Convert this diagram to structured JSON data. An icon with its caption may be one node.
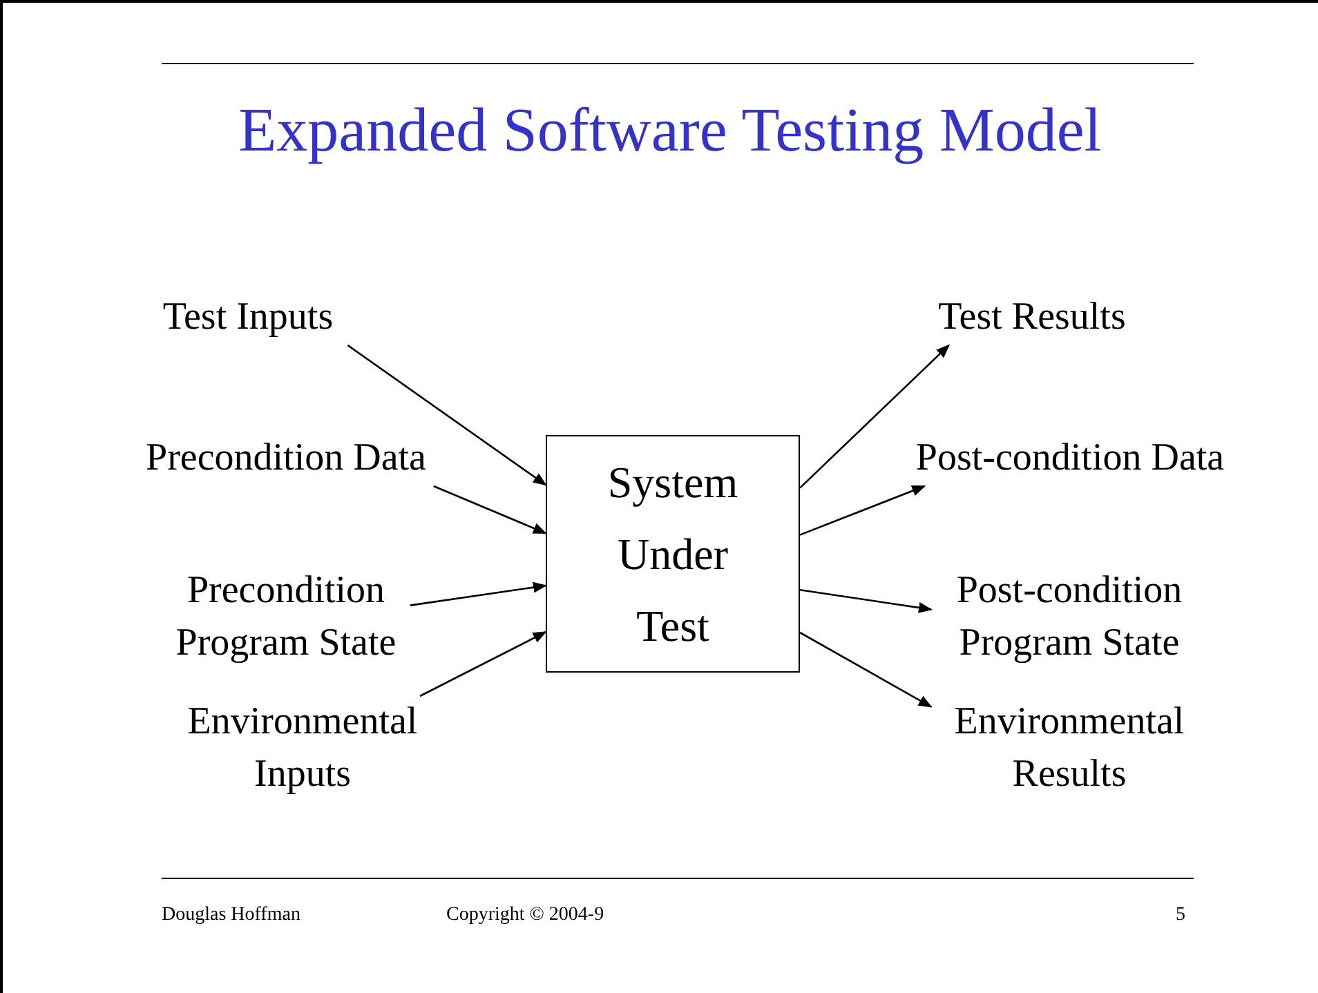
{
  "diagram": {
    "title": "Expanded Software Testing Model",
    "nodes": [
      {
        "text": [
          "Test Inputs"
        ]
      },
      {
        "text": [
          "Precondition Data"
        ]
      },
      {
        "text": [
          "Precondition Program State"
        ]
      },
      {
        "text": [
          "Environmental Inputs"
        ]
      },
      {
        "text": [
          "System Under Test"
        ]
      },
      {
        "text": [
          "Test Results"
        ]
      },
      {
        "text": [
          "Post-condition Data"
        ]
      },
      {
        "text": [
          "Post-condition Program State"
        ]
      },
      {
        "text": [
          "Environmental Results"
        ]
      }
    ],
    "edges": [
      {
        "from": 0,
        "to": 4,
        "arrow": "to"
      },
      {
        "from": 1,
        "to": 4,
        "arrow": "to"
      },
      {
        "from": 2,
        "to": 4,
        "arrow": "to"
      },
      {
        "from": 3,
        "to": 4,
        "arrow": "to"
      },
      {
        "from": 4,
        "to": 5,
        "arrow": "to"
      },
      {
        "from": 4,
        "to": 6,
        "arrow": "to"
      },
      {
        "from": 4,
        "to": 7,
        "arrow": "to"
      },
      {
        "from": 4,
        "to": 8,
        "arrow": "to"
      }
    ],
    "labels": [
      "Douglas Hoffman",
      "Copyright © 2004-9",
      "5"
    ]
  }
}
